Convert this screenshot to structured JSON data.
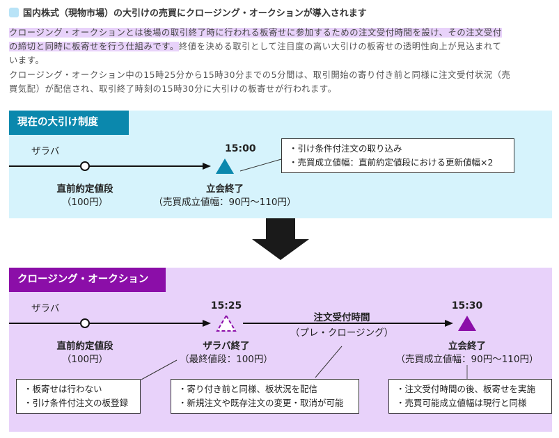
{
  "heading": {
    "icon": "square-bullet-icon",
    "title": "国内株式（現物市場）の大引けの売買にクロージング・オークションが導入されます"
  },
  "intro": {
    "highlighted": "クロージング・オークションとは後場の取引終了時に行われる板寄せに参加するための注文受付時間を設け、その注文受付の締切と同時に板寄せを行う仕組みです。",
    "line1_a": "クロージング・オークションとは後場の取引終了時に行われる板寄せに参加するための注文受付時間を設け、その注文受付",
    "line2_a": "の締切と同時に板寄せを行う仕組みです。",
    "line2_b": "終値を決める取引として注目度の高い大引けの板寄せの透明性向上が見込まれて",
    "line3": "います。",
    "line4": "クロージング・オークション中の15時25分から15時30分までの5分間は、取引開始の寄り付き前と同様に注文受付状況（売",
    "line5": "買気配）が配信され、取引終了時刻の15時30分に大引けの板寄せが行われます。"
  },
  "current": {
    "tag": "現在の大引け制度",
    "color": "#0b88ad",
    "bg": "#d6f3fc",
    "zaraba": "ザラバ",
    "last_price_label": "直前約定値段",
    "last_price_value": "（100円）",
    "time": "15:00",
    "close_label": "立会終了",
    "close_range": "（売買成立値幅：90円〜110円）",
    "note": [
      "・引け条件付注文の取り込み",
      "・売買成立値幅：直前約定値段における更新値幅×2"
    ]
  },
  "arrow": {
    "icon": "down-arrow-icon",
    "color": "#1a1a1a"
  },
  "auction": {
    "tag": "クロージング・オークション",
    "color": "#8b0ea8",
    "bg": "#e8d2fa",
    "zaraba": "ザラバ",
    "last_price_label": "直前約定値段",
    "last_price_value": "（100円）",
    "time1": "15:25",
    "zaraba_end_label": "ザラバ終了",
    "zaraba_end_value": "（最終値段：100円）",
    "period_label": "注文受付時間",
    "period_sub": "（プレ・クロージング）",
    "time2": "15:30",
    "close_label": "立会終了",
    "close_range": "（売買成立値幅：90円〜110円）",
    "note1": [
      "・板寄せは行わない",
      "・引け条件付注文の板登録"
    ],
    "note2": [
      "・寄り付き前と同様、板状況を配信",
      "・新規注文や既存注文の変更・取消が可能"
    ],
    "note3": [
      "・注文受付時間の後、板寄せを実施",
      "・売買可能成立値幅は現行と同様"
    ]
  }
}
